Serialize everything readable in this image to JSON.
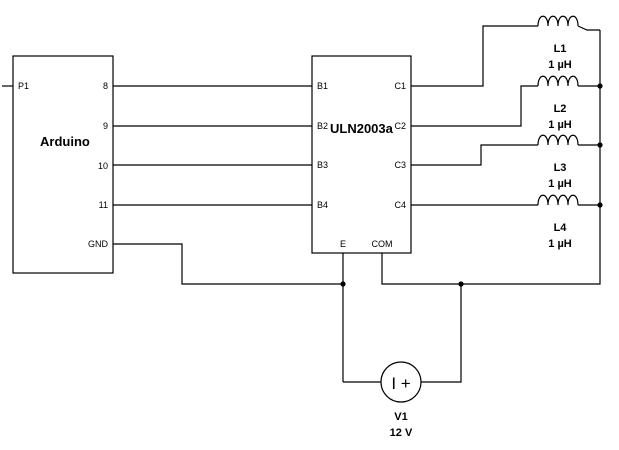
{
  "arduino": {
    "name": "Arduino",
    "port_label": "P1",
    "pins": [
      "8",
      "9",
      "10",
      "11",
      "GND"
    ]
  },
  "driver": {
    "name": "ULN2003a",
    "inputs": [
      "B1",
      "B2",
      "B3",
      "B4"
    ],
    "outputs": [
      "C1",
      "C2",
      "C3",
      "C4"
    ],
    "e_label": "E",
    "com_label": "COM"
  },
  "inductors": [
    {
      "name": "L1",
      "value": "1 µH"
    },
    {
      "name": "L2",
      "value": "1 µH"
    },
    {
      "name": "L3",
      "value": "1 µH"
    },
    {
      "name": "L4",
      "value": "1 µH"
    }
  ],
  "supply": {
    "name": "V1",
    "value": "12 V",
    "symbol": "I +"
  }
}
